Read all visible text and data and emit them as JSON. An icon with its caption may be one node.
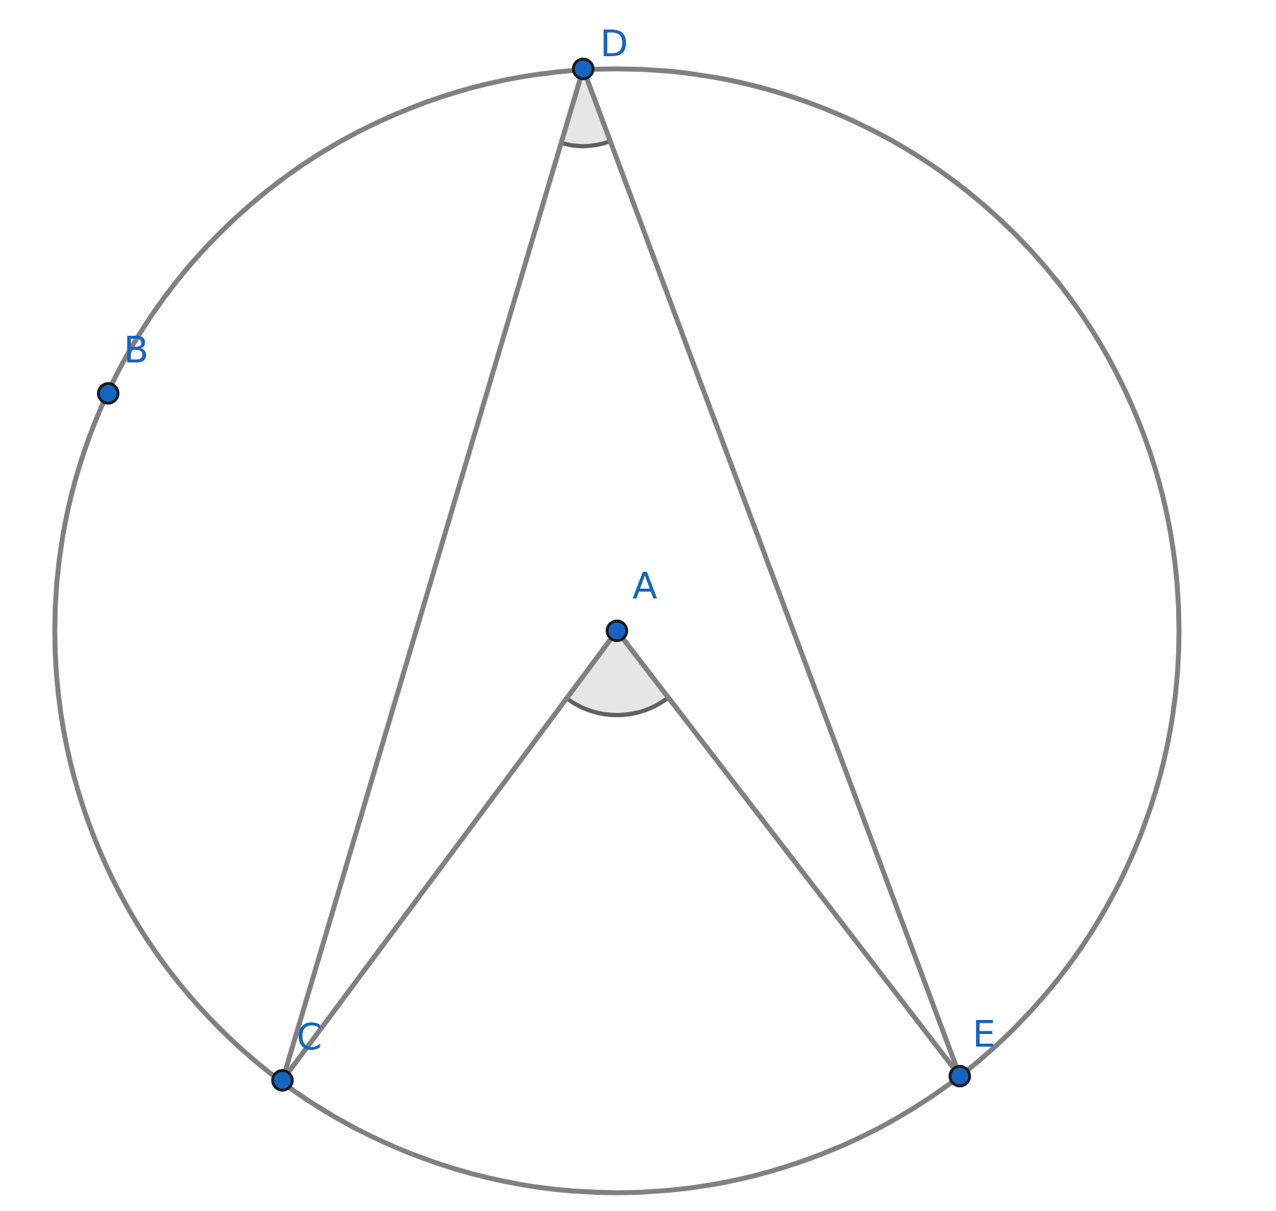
{
  "diagram": {
    "nodes": [
      {
        "text": [
          "D"
        ]
      },
      {
        "text": [
          "B"
        ]
      },
      {
        "text": [
          "A"
        ]
      },
      {
        "text": [
          "C"
        ]
      },
      {
        "text": [
          "E"
        ]
      }
    ],
    "edges": [
      {
        "from": 0,
        "to": 3,
        "arrow": "none"
      },
      {
        "from": 0,
        "to": 4,
        "arrow": "none"
      },
      {
        "from": 2,
        "to": 3,
        "arrow": "none"
      },
      {
        "from": 2,
        "to": 4,
        "arrow": "none"
      }
    ]
  }
}
